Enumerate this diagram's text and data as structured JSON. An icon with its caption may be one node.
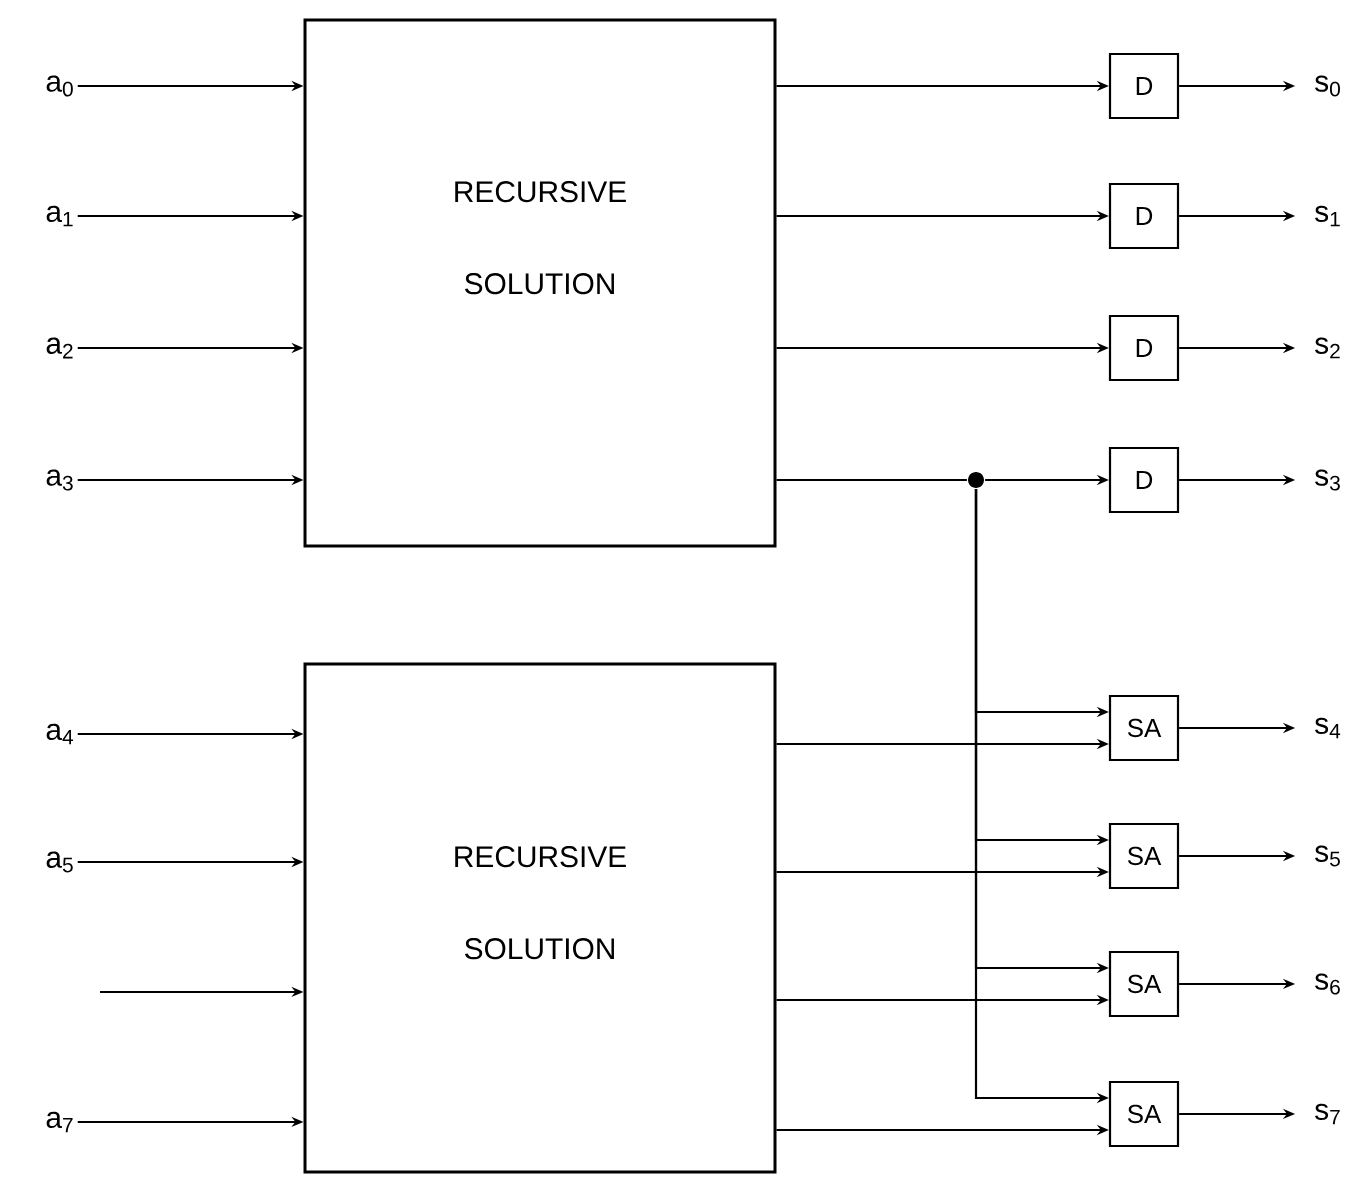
{
  "diagram": {
    "nodes": [
      {
        "text": [
          "a$_{0}$"
        ]
      },
      {
        "text": [
          "a$_{1}$"
        ]
      },
      {
        "text": [
          "a$_{2}$"
        ]
      },
      {
        "text": [
          "a$_{3}$"
        ]
      },
      {
        "text": [
          "RECURSIVE SOLUTION"
        ]
      },
      {
        "text": [
          "D"
        ]
      },
      {
        "text": [
          "D"
        ]
      },
      {
        "text": [
          "D"
        ]
      },
      {
        "text": [
          "D"
        ]
      },
      {
        "text": [
          "s$_{0}$"
        ]
      },
      {
        "text": [
          "s$_{1}$"
        ]
      },
      {
        "text": [
          "s$_{2}$"
        ]
      },
      {
        "text": [
          "s$_{3}$"
        ]
      },
      {
        "text": [
          "a$_{4}$"
        ]
      },
      {
        "text": [
          "a$_{5}$"
        ]
      },
      {
        "text": [
          "a$_{7}$"
        ]
      },
      {
        "text": [
          "RECURSIVE SOLUTION"
        ]
      },
      {
        "text": [
          "SA"
        ]
      },
      {
        "text": [
          "SA"
        ]
      },
      {
        "text": [
          "SA"
        ]
      },
      {
        "text": [
          "SA"
        ]
      },
      {
        "text": [
          "s$_{4}$"
        ]
      },
      {
        "text": [
          "s$_{5}$"
        ]
      },
      {
        "text": [
          "s$_{6}$"
        ]
      },
      {
        "text": [
          "s$_{7}$"
        ]
      },
      {
        "text": [],
        "shape": "circle"
      }
    ],
    "edges": [
      {
        "from": 0,
        "to": 4,
        "arrow": "to"
      },
      {
        "from": 1,
        "to": 4,
        "arrow": "to"
      },
      {
        "from": 2,
        "to": 4,
        "arrow": "to"
      },
      {
        "from": 3,
        "to": 4,
        "arrow": "to"
      },
      {
        "from": 4,
        "to": 5,
        "arrow": "to"
      },
      {
        "from": 4,
        "to": 6,
        "arrow": "to"
      },
      {
        "from": 4,
        "to": 7,
        "arrow": "to"
      },
      {
        "from": 4,
        "to": 25,
        "arrow": "none"
      },
      {
        "from": 25,
        "to": 8,
        "arrow": "to"
      },
      {
        "from": 5,
        "to": 9,
        "arrow": "to"
      },
      {
        "from": 6,
        "to": 10,
        "arrow": "to"
      },
      {
        "from": 7,
        "to": 11,
        "arrow": "to"
      },
      {
        "from": 8,
        "to": 12,
        "arrow": "to"
      },
      {
        "from": 13,
        "to": 16,
        "arrow": "to"
      },
      {
        "from": 14,
        "to": 16,
        "arrow": "to"
      },
      {
        "from": null,
        "to": 16,
        "arrow": "to"
      },
      {
        "from": 15,
        "to": 16,
        "arrow": "to"
      },
      {
        "from": 25,
        "to": 17,
        "arrow": "to"
      },
      {
        "from": 25,
        "to": 18,
        "arrow": "to"
      },
      {
        "from": 25,
        "to": 19,
        "arrow": "to"
      },
      {
        "from": 25,
        "to": 20,
        "arrow": "to"
      },
      {
        "from": 16,
        "to": 17,
        "arrow": "to"
      },
      {
        "from": 16,
        "to": 18,
        "arrow": "to"
      },
      {
        "from": 16,
        "to": 19,
        "arrow": "to"
      },
      {
        "from": 16,
        "to": 20,
        "arrow": "to"
      },
      {
        "from": 17,
        "to": 21,
        "arrow": "to"
      },
      {
        "from": 18,
        "to": 22,
        "arrow": "to"
      },
      {
        "from": 19,
        "to": 23,
        "arrow": "to"
      },
      {
        "from": 20,
        "to": 24,
        "arrow": "to"
      }
    ]
  }
}
